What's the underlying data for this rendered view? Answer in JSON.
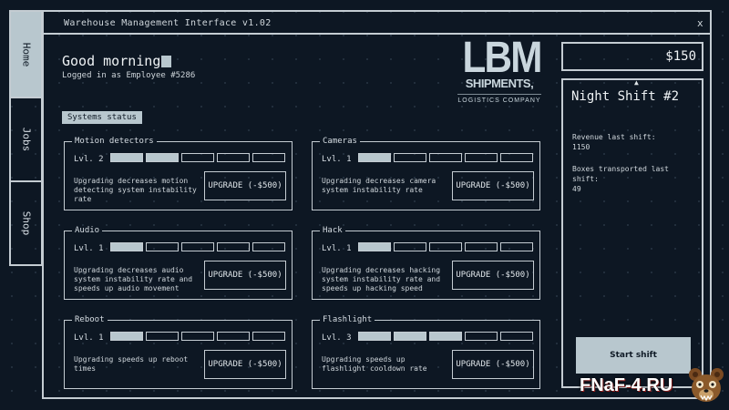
{
  "window": {
    "title": "Warehouse Management Interface v1.02",
    "close": "x"
  },
  "tabs": [
    {
      "label": "Home",
      "active": true
    },
    {
      "label": "Jobs",
      "active": false
    },
    {
      "label": "Shop",
      "active": false
    }
  ],
  "greeting": "Good morning",
  "employee_line": "Logged in as Employee #5286",
  "systems_label": "Systems status",
  "logo": {
    "line1": "LBM",
    "line2": "SHIPMENTS,",
    "line3": "LOGISTICS COMPANY"
  },
  "systems": [
    {
      "name": "Motion detectors",
      "level_label": "Lvl. 2",
      "level": 2,
      "desc": "Upgrading decreases motion detecting system instability rate",
      "upgrade": "UPGRADE (-$500)"
    },
    {
      "name": "Cameras",
      "level_label": "Lvl. 1",
      "level": 1,
      "desc": "Upgrading decreases camera system instability rate",
      "upgrade": "UPGRADE (-$500)"
    },
    {
      "name": "Audio",
      "level_label": "Lvl. 1",
      "level": 1,
      "desc": "Upgrading decreases audio system instability rate and speeds up audio movement",
      "upgrade": "UPGRADE (-$500)"
    },
    {
      "name": "Hack",
      "level_label": "Lvl. 1",
      "level": 1,
      "desc": "Upgrading decreases hacking system instability rate and speeds up hacking speed",
      "upgrade": "UPGRADE (-$500)"
    },
    {
      "name": "Reboot",
      "level_label": "Lvl. 1",
      "level": 1,
      "desc": "Upgrading speeds up reboot times",
      "upgrade": "UPGRADE (-$500)"
    },
    {
      "name": "Flashlight",
      "level_label": "Lvl. 3",
      "level": 3,
      "desc": "Upgrading speeds up flashlight cooldown rate",
      "upgrade": "UPGRADE (-$500)"
    }
  ],
  "money": "$150",
  "shift": {
    "title": "Night Shift #2",
    "revenue_label": "Revenue last shift:",
    "revenue_value": "1150",
    "boxes_label": "Boxes transported last shift:",
    "boxes_value": "49",
    "start_label": "Start shift"
  },
  "watermark": "FNaF-4.RU"
}
